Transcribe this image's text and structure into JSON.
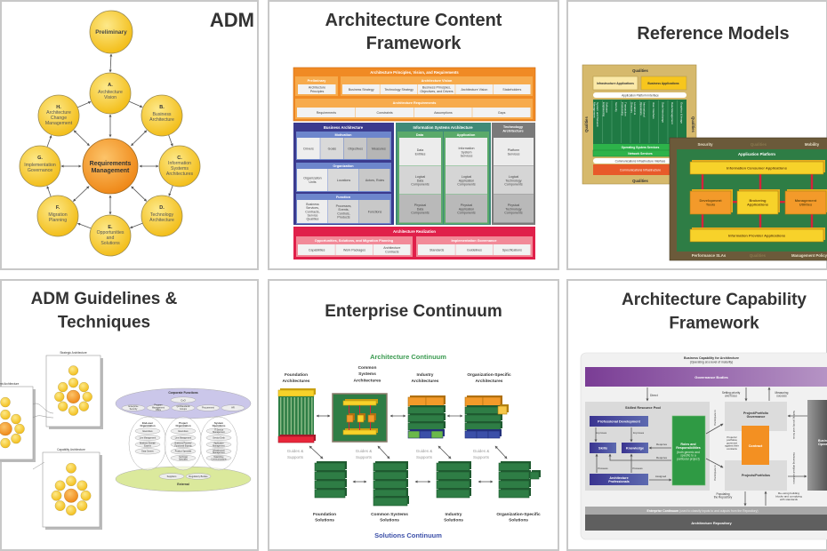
{
  "adm": {
    "title": "ADM",
    "center": [
      "Requirements",
      "Management"
    ],
    "nodes": [
      {
        "letter": "",
        "lines": [
          "Preliminary"
        ]
      },
      {
        "letter": "A.",
        "lines": [
          "Architecture",
          "Vision"
        ]
      },
      {
        "letter": "B.",
        "lines": [
          "Business",
          "Architecture"
        ]
      },
      {
        "letter": "C.",
        "lines": [
          "Information",
          "Systems",
          "Architectures"
        ]
      },
      {
        "letter": "D.",
        "lines": [
          "Technology",
          "Architecture"
        ]
      },
      {
        "letter": "E.",
        "lines": [
          "Opportunities",
          "and",
          "Solutions"
        ]
      },
      {
        "letter": "F.",
        "lines": [
          "Migration",
          "Planning"
        ]
      },
      {
        "letter": "G.",
        "lines": [
          "Implementation",
          "Governance"
        ]
      },
      {
        "letter": "H.",
        "lines": [
          "Architecture",
          "Change",
          "Management"
        ]
      }
    ],
    "colors": {
      "node": "#f5c51c",
      "center": "#f39a1e"
    }
  },
  "acf": {
    "title_lines": [
      "Architecture Content",
      "Framework"
    ],
    "principles": {
      "title": "Architecture Principles, Vision, and Requirements",
      "preliminary": {
        "title": "Preliminary",
        "items": [
          "Architecture Principles"
        ]
      },
      "vision": {
        "title": "Architecture Vision",
        "items": [
          "Business Strategy",
          "Technology Strategy",
          "Business Principles, Objectives, and Drivers",
          "Architecture Vision",
          "Stakeholders"
        ]
      },
      "requirements": {
        "title": "Architecture Requirements",
        "items": [
          "Requirements",
          "Constraints",
          "Assumptions",
          "Gaps"
        ]
      }
    },
    "business": {
      "title": "Business Architecture",
      "groups": [
        {
          "title": "Motivation",
          "items": [
            "Drivers",
            "Goals",
            "Objectives",
            "Measures"
          ]
        },
        {
          "title": "Organization",
          "items": [
            "Organization Units",
            "Locations",
            "Actors, Roles"
          ]
        },
        {
          "title": "Function",
          "items": [
            "Business Services, Contracts, Service Qualities",
            "Processes, Events, Controls, Products",
            "Functions"
          ]
        }
      ]
    },
    "is": {
      "title": "Information Systems Architecture",
      "data": {
        "title": "Data",
        "items": [
          "Data Entities",
          "Logical Data Components",
          "Physical Data Components"
        ]
      },
      "application": {
        "title": "Application",
        "items": [
          "Information System Services",
          "Logical Application Components",
          "Physical Application Components"
        ]
      }
    },
    "technology": {
      "title_lines": [
        "Technology",
        "Architecture"
      ],
      "items": [
        "Platform Services",
        "Logical Technology Components",
        "Physical Technology Components"
      ]
    },
    "realization": {
      "title": "Architecture Realization",
      "opportunities": {
        "title": "Opportunities, Solutions, and Migration Planning",
        "items": [
          "Capabilities",
          "Work Packages",
          "Architecture Contracts"
        ]
      },
      "governance": {
        "title": "Implementation Governance",
        "items": [
          "Standards",
          "Guidelines",
          "Specifications"
        ]
      }
    }
  },
  "refmodels": {
    "title": "Reference Models",
    "trm": {
      "qualities": "Qualities",
      "infrastructure_apps": "Infrastructure Applications",
      "business_apps": "Business Applications",
      "api": "Application Platform Interface",
      "services": [
        "System and Network Management",
        "Software Engineering",
        "Security",
        "Transaction Processing",
        "Location & Directory",
        "International Operations",
        "User Interface",
        "Data Interchange",
        "Data Management",
        "Graphics & Image"
      ],
      "os_services": "Operating System Services",
      "network_services": "Network Services",
      "cii": "Communications Infrastructure Interface",
      "ci": "Communications Infrastructure"
    },
    "iiirm": {
      "top": [
        "Security",
        "Qualities",
        "Mobility"
      ],
      "platform": "Application Platform",
      "consumer": "Information Consumer Applications",
      "dev_tools": [
        "Development",
        "Tools"
      ],
      "brokering": [
        "Brokering",
        "Applications"
      ],
      "mgmt": [
        "Management",
        "Utilities"
      ],
      "provider": "Information Provider Applications",
      "bottom": [
        "Performance SLAs",
        "Qualities",
        "Management Policy"
      ]
    }
  },
  "guidelines": {
    "title_lines": [
      "ADM Guidelines &",
      "Techniques"
    ],
    "pages": [
      "Strategic Architecture",
      "Segment Architecture",
      "Capability Architecture"
    ],
    "corporate": {
      "title": "Corporate Functions",
      "items": [
        "CxO",
        "Enterprise Security",
        "Program Management Office",
        "QA/Standards Groups",
        "Procurement",
        "HR"
      ]
    },
    "groups": [
      {
        "title": [
          "End-user",
          "Organization"
        ],
        "items": [
          "Executives",
          "Line Management",
          "Business Domain Experts",
          "Data Owners"
        ]
      },
      {
        "title": [
          "Project",
          "Organization"
        ],
        "items": [
          "Executives",
          "Line Management",
          "Business Process/ Functional Experts",
          "Product Specialist",
          "Technical Specialist"
        ]
      },
      {
        "title": [
          "System",
          "Operations"
        ],
        "items": [
          "IT Service Management",
          "Service Desk",
          "Application Management",
          "Infrastructure Management",
          "Data/Voice Communications"
        ]
      }
    ],
    "external": {
      "title": "External",
      "items": [
        "Suppliers",
        "Regulatory Bodies"
      ]
    }
  },
  "continuum": {
    "title": "Enterprise Continuum",
    "architecture_continuum": "Architecture Continuum",
    "solutions_continuum": "Solutions Continuum",
    "architectures": [
      [
        "Foundation",
        "Architectures"
      ],
      [
        "Common",
        "Systems",
        "Architectures"
      ],
      [
        "Industry",
        "Architectures"
      ],
      [
        "Organization-Specific",
        "Architectures"
      ]
    ],
    "solutions": [
      [
        "Foundation",
        "Solutions"
      ],
      [
        "Common Systems",
        "Solutions"
      ],
      [
        "Industry",
        "Solutions"
      ],
      [
        "Organization-Specific",
        "Solutions"
      ]
    ],
    "guides": [
      "Guides &",
      "Supports"
    ],
    "colors": {
      "architecture": "#3a9a50",
      "solutions": "#3b4fa8"
    }
  },
  "capability": {
    "title_lines": [
      "Architecture Capability",
      "Framework"
    ],
    "header": "Business Capability for Architecture",
    "subheader": "(Operating at a level of maturity)",
    "governance": "Governance Bodies",
    "direct": "Direct",
    "setting": [
      "Setting priority",
      "and focus"
    ],
    "measuring": [
      "Measuring",
      "success"
    ],
    "pool": "Skilled Resource Pool",
    "prof_dev": "Professional Development",
    "improves": "Improves",
    "skills": "Skills",
    "knowledge": "Knowledge",
    "requires": "Requires",
    "possess": "Possess",
    "professionals": [
      "Architecture",
      "Professionals"
    ],
    "assigned": "Assigned",
    "roles": [
      "Roles and",
      "Responsibilities"
    ],
    "roles_sub": [
      "(both generic and",
      "specific to a",
      "particular project)"
    ],
    "participate": "Participate in",
    "ppg": [
      "Project/Portfolio",
      "Governance"
    ],
    "contract": "Contract",
    "governed": [
      "Projects/",
      "portfolios",
      "governed",
      "against their",
      "contracts"
    ],
    "projects": "Projects/Portfolios",
    "populating": [
      "Populating",
      "the Repository"
    ],
    "reusing": [
      "Re-using building",
      "blocks and complying",
      "with standards"
    ],
    "setting_vertical": "Setting priority and focus",
    "delivering": "Delivering aligned solutions",
    "business_ops": [
      "Business",
      "Operations"
    ],
    "ec": "Enterprise Continuum",
    "ec_sub": "(used to classify inputs to and outputs from the Repository)",
    "repository": "Architecture Repository"
  }
}
